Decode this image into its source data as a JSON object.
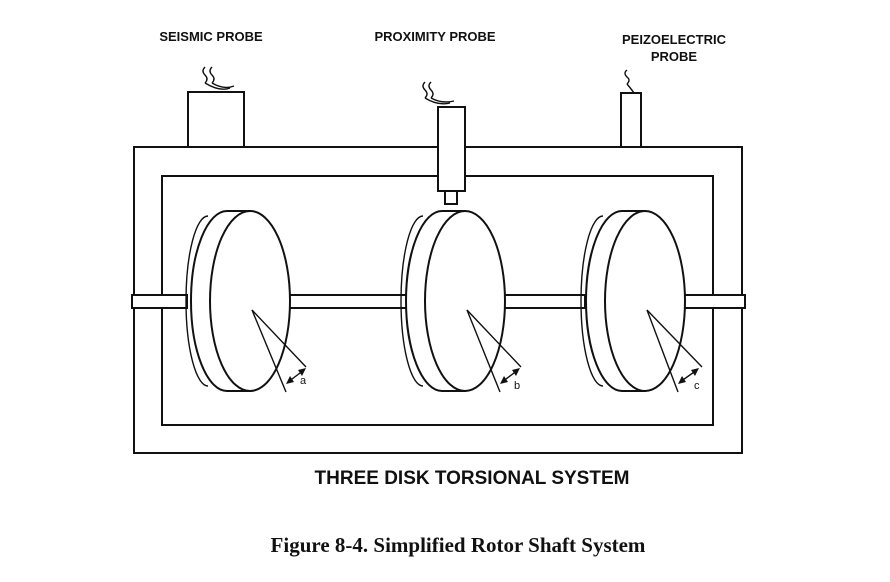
{
  "probes": [
    {
      "id": "seismic",
      "label_lines": [
        "SEISMIC PROBE"
      ]
    },
    {
      "id": "proximity",
      "label_lines": [
        "PROXIMITY PROBE"
      ]
    },
    {
      "id": "piezo",
      "label_lines": [
        "PEIZOELECTRIC",
        "PROBE"
      ]
    }
  ],
  "disks": [
    {
      "id": "disk-1",
      "angle_label": "a"
    },
    {
      "id": "disk-2",
      "angle_label": "b"
    },
    {
      "id": "disk-3",
      "angle_label": "c"
    }
  ],
  "system_title": "THREE DISK TORSIONAL SYSTEM",
  "caption": "Figure 8-4. Simplified Rotor Shaft System"
}
